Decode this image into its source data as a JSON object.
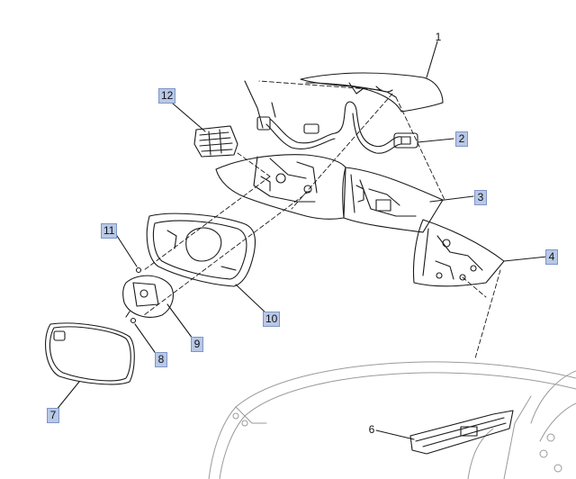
{
  "diagram": {
    "callouts": [
      {
        "id": "1",
        "label": "1",
        "boxed": false
      },
      {
        "id": "2",
        "label": "2",
        "boxed": true
      },
      {
        "id": "3",
        "label": "3",
        "boxed": true
      },
      {
        "id": "4",
        "label": "4",
        "boxed": true
      },
      {
        "id": "5",
        "label": "",
        "boxed": false
      },
      {
        "id": "6",
        "label": "6",
        "boxed": false
      },
      {
        "id": "7",
        "label": "7",
        "boxed": true
      },
      {
        "id": "8",
        "label": "8",
        "boxed": true
      },
      {
        "id": "9",
        "label": "9",
        "boxed": true
      },
      {
        "id": "10",
        "label": "10",
        "boxed": true
      },
      {
        "id": "11",
        "label": "11",
        "boxed": true
      },
      {
        "id": "12",
        "label": "12",
        "boxed": true
      }
    ],
    "colors": {
      "line": "#1a1a1a",
      "callout_fill": "#b8c8e6",
      "callout_border": "#7f95c6",
      "body_line": "#9a9a9a"
    }
  }
}
